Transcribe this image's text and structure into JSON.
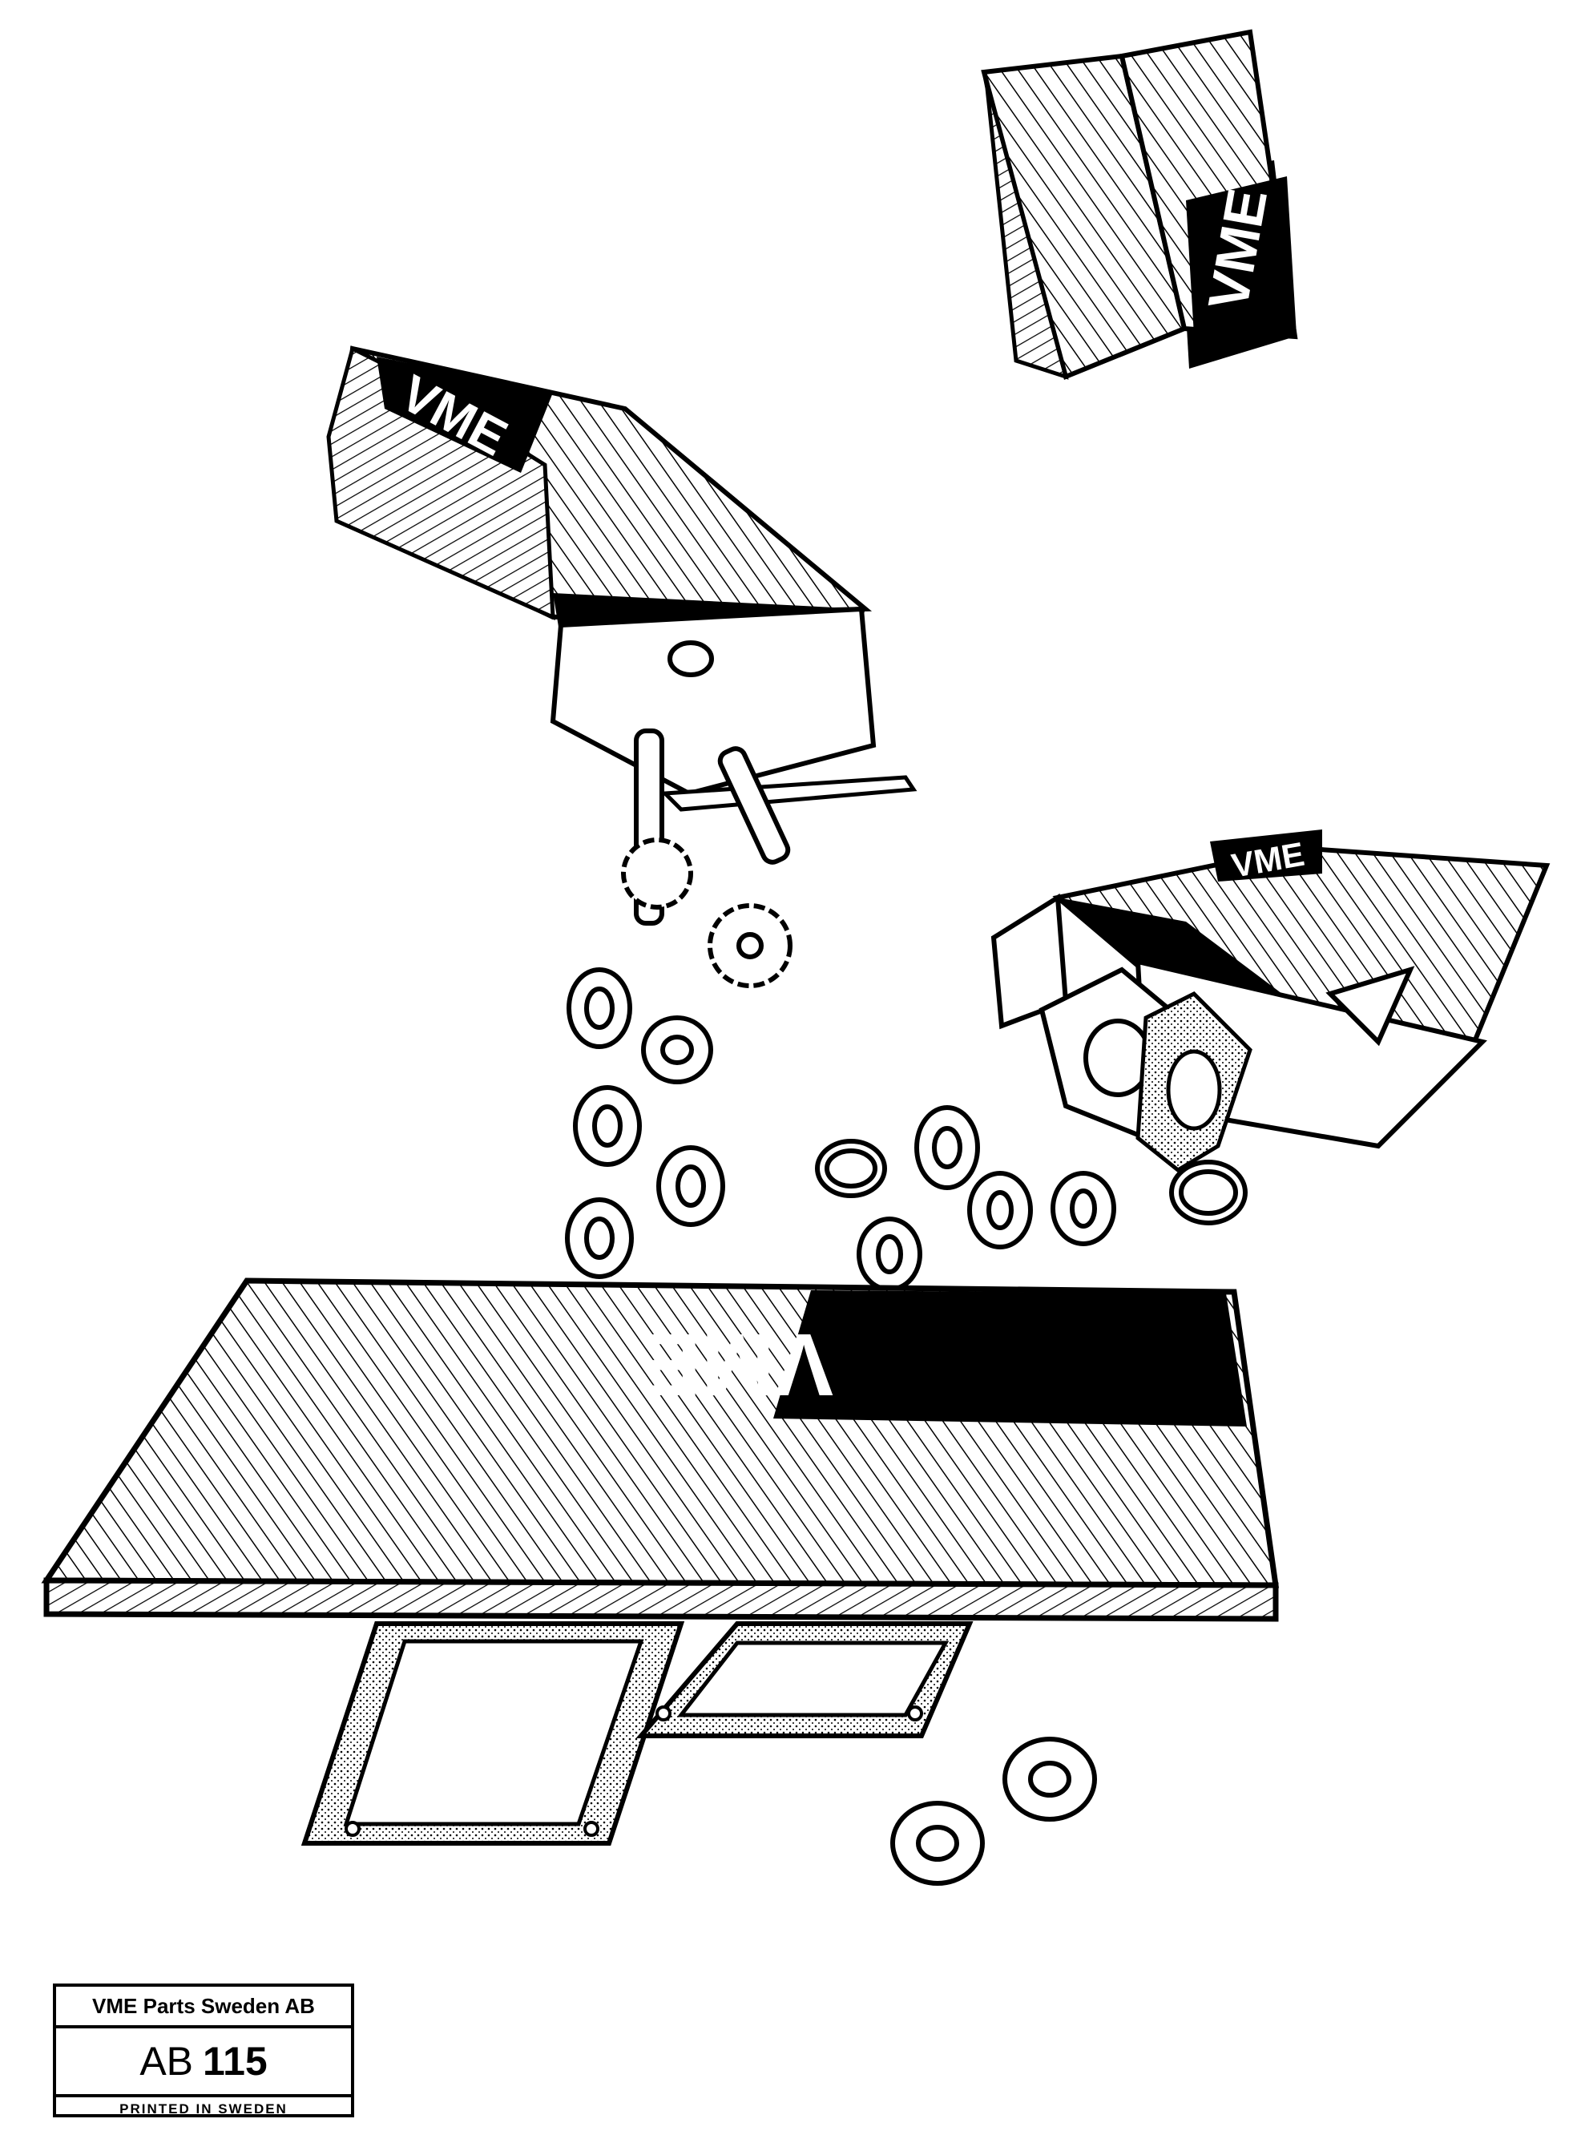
{
  "logos": {
    "box_logo": "VME"
  },
  "label": {
    "company": "VME Parts Sweden AB",
    "code_prefix": "AB",
    "code_number": "115",
    "printed": "PRINTED IN SWEDEN"
  }
}
